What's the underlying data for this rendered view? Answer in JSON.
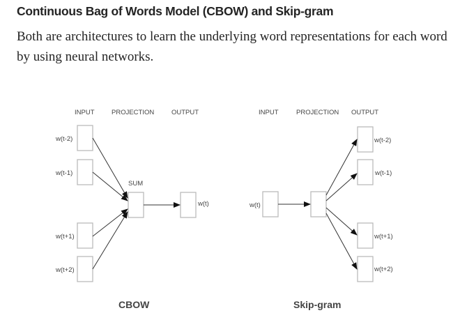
{
  "article": {
    "heading": "Continuous Bag of Words Model (CBOW) and Skip-gram",
    "paragraph": "Both are architectures to learn the underlying word representations for each word by using neural networks."
  },
  "figure": {
    "cbow": {
      "caption": "CBOW",
      "col_input": "INPUT",
      "col_projection": "PROJECTION",
      "col_output": "OUTPUT",
      "projection_label": "SUM",
      "inputs": [
        "w(t-2)",
        "w(t-1)",
        "w(t+1)",
        "w(t+2)"
      ],
      "output": "w(t)"
    },
    "skipgram": {
      "caption": "Skip-gram",
      "col_input": "INPUT",
      "col_projection": "PROJECTION",
      "col_output": "OUTPUT",
      "input": "w(t)",
      "outputs": [
        "w(t-2)",
        "w(t-1)",
        "w(t+1)",
        "w(t+2)"
      ]
    }
  }
}
